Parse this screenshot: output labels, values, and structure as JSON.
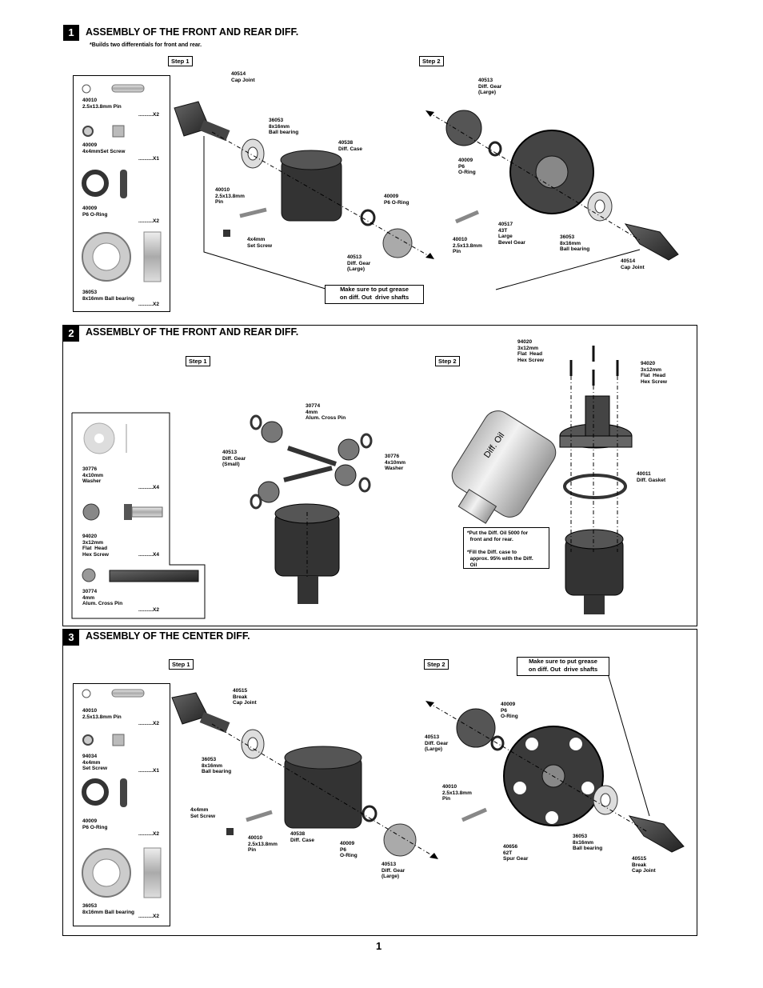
{
  "page_number": "1",
  "section1": {
    "number": "1",
    "title": "ASSEMBLY OF THE FRONT AND REAR DIFF.",
    "subtitle": "*Builds two differentials for front and rear.",
    "step1": "Step 1",
    "step2": "Step 2",
    "parts": [
      {
        "label": "40010\n2.5x13.8mm Pin",
        "qty": "..........X2"
      },
      {
        "label": "40009\n4x4mmSet Screw",
        "qty": "..........X1"
      },
      {
        "label": "40009\nP6 O-Ring",
        "qty": "..........X2"
      },
      {
        "label": "36053\n8x16mm Ball bearing",
        "qty": "..........X2"
      }
    ],
    "callouts": [
      "40514\nCap Joint",
      "36053\n8x16mm\nBall bearing",
      "40538\nDiff. Case",
      "40010\n2.5x13.8mm\nPin",
      "4x4mm\nSet Screw",
      "40009\nP6 O-Ring",
      "40513\nDiff. Gear\n(Large)",
      "40513\nDiff. Gear\n(Large)",
      "40009\nP6\nO-Ring",
      "40010\n2.5x13.8mm\nPin",
      "40517\n43T\nLarge\nBevel Gear",
      "36053\n8x16mm\nBall bearing",
      "40514\nCap Joint"
    ],
    "note": "Make sure to put grease\non diff. Out  drive shafts"
  },
  "section2": {
    "number": "2",
    "title": "ASSEMBLY OF THE FRONT AND REAR DIFF.",
    "step1": "Step 1",
    "step2": "Step 2",
    "parts": [
      {
        "label": "30776\n4x10mm\nWasher",
        "qty": "..........X4"
      },
      {
        "label": "94020\n3x12mm\nFlat  Head\nHex Screw",
        "qty": "..........X4"
      },
      {
        "label": "30774\n4mm\nAlum. Cross Pin",
        "qty": "..........X2"
      }
    ],
    "callouts": [
      "30774\n4mm\nAlum. Cross Pin",
      "40513\nDiff. Gear\n(Small)",
      "30776\n4x10mm\nWasher",
      "94020\n3x12mm\nFlat  Head\nHex Screw",
      "94020\n3x12mm\nFlat  Head\nHex Screw",
      "40011\nDiff. Gasket"
    ],
    "oil_label": "Diff. Oil",
    "tip": "*Put the Diff. Oil 5000 for\n  front and for rear.\n\n*Fill the Diff. case to\n  approx. 95% with the Diff.\n  Oil"
  },
  "section3": {
    "number": "3",
    "title": "ASSEMBLY OF THE CENTER DIFF.",
    "step1": "Step 1",
    "step2": "Step 2",
    "parts": [
      {
        "label": "40010\n2.5x13.8mm Pin",
        "qty": "..........X2"
      },
      {
        "label": "94034\n4x4mm\nSet Screw",
        "qty": "..........X1"
      },
      {
        "label": "40009\nP6 O-Ring",
        "qty": "..........X2"
      },
      {
        "label": "36053\n8x16mm Ball bearing",
        "qty": "..........X2"
      }
    ],
    "callouts": [
      "40515\nBreak\nCap Joint",
      "36053\n8x16mm\nBall bearing",
      "4x4mm\nSet Screw",
      "40010\n2.5x13.8mm\nPin",
      "40538\nDiff. Case",
      "40009\nP6\nO-Ring",
      "40513\nDiff. Gear\n(Large)",
      "40009\nP6\nO-Ring",
      "40513\nDiff. Gear\n(Large)",
      "40010\n2.5x13.8mm\nPin",
      "40656\n62T\nSpur Gear",
      "36053\n8x16mm\nBall bearing",
      "40515\nBreak\nCap Joint"
    ],
    "note": "Make sure to put grease\non diff. Out  drive shafts"
  }
}
